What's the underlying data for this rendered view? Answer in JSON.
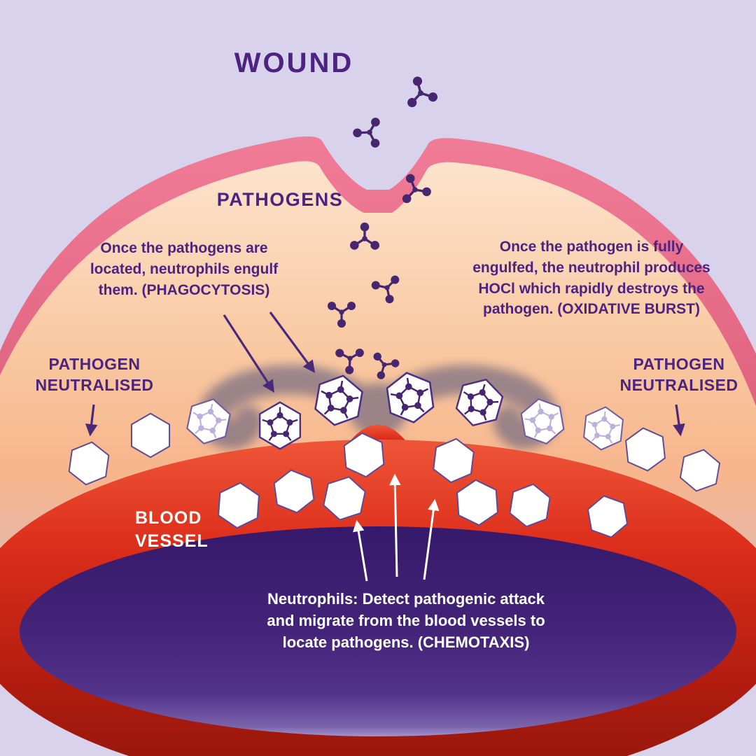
{
  "title": "WOUND",
  "labels": {
    "pathogens": "PATHOGENS",
    "pathogen_neutralised_left": [
      "PATHOGEN",
      "NEUTRALISED"
    ],
    "pathogen_neutralised_right": [
      "PATHOGEN",
      "NEUTRALISED"
    ],
    "blood_vessel": [
      "BLOOD",
      "VESSEL"
    ]
  },
  "annotations": {
    "phagocytosis": [
      "Once the pathogens are",
      "located, neutrophils engulf",
      "them. (PHAGOCYTOSIS)"
    ],
    "oxidative_burst": [
      "Once the pathogen is fully",
      "engulfed, the neutrophil produces",
      "HOCl which rapidly destroys the",
      "pathogen. (OXIDATIVE BURST)"
    ],
    "chemotaxis": [
      "Neutrophils: Detect pathogenic attack",
      "and migrate from the blood vessels to",
      "locate pathogens. (CHEMOTAXIS)"
    ]
  },
  "colors": {
    "background": "#d8d2ec",
    "text_purple": "#4c2480",
    "skin_pink": "#e9688a",
    "tissue_peach": "#f9c8a0",
    "blood_red": "#d42a18",
    "vessel_purple": "#3c2173",
    "neutrophil_white": "#ffffff",
    "smoke_gray": "#6f6880"
  }
}
